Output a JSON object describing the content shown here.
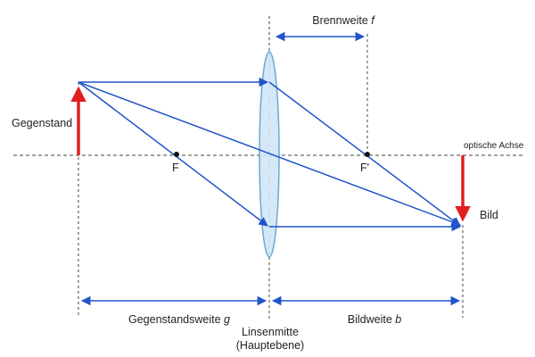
{
  "colors": {
    "ray": "#2155c9",
    "object_arrow": "#e02020",
    "lens_fill": "#cfe6f7",
    "lens_stroke": "#6fa8cf",
    "guide": "#444444",
    "text": "#222222"
  },
  "labels": {
    "focal_length_prefix": "Brennweite",
    "focal_length_symbol": "f",
    "object": "Gegenstand",
    "optical_axis": "optische Achse",
    "focal_point_front": "F",
    "focal_point_back": "F'",
    "image": "Bild",
    "object_distance_prefix": "Gegenstandsweite",
    "object_distance_symbol": "g",
    "image_distance_prefix": "Bildweite",
    "image_distance_symbol": "b",
    "lens_center_line1": "Linsenmitte",
    "lens_center_line2": "(Hauptebene)"
  }
}
